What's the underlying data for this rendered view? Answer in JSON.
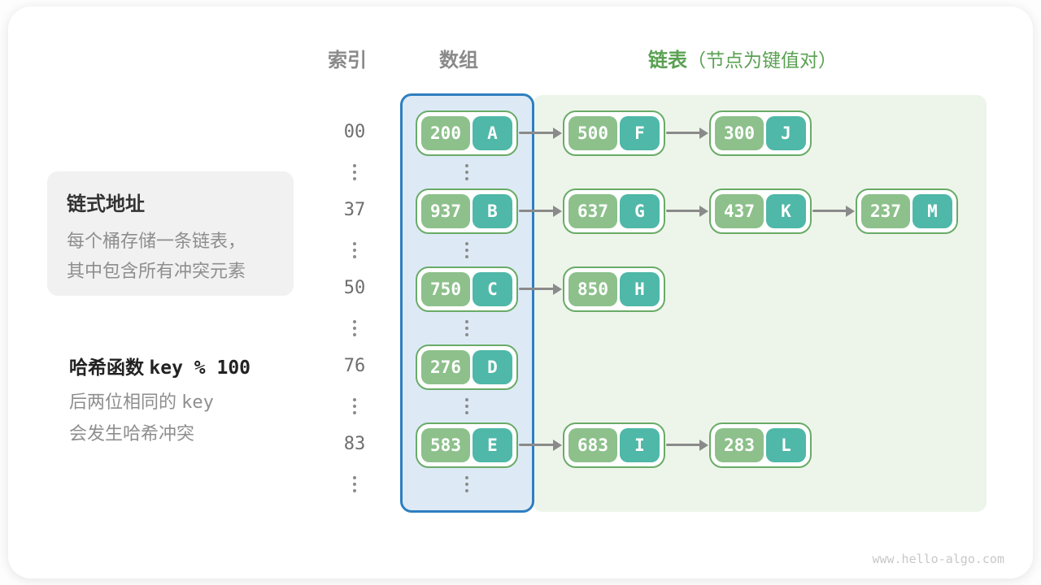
{
  "headers": {
    "index": "索引",
    "array": "数组",
    "list": "链表",
    "list_note": "（节点为键值对）"
  },
  "side_card": {
    "title": "链式地址",
    "line1": "每个桶存储一条链表，",
    "line2": "其中包含所有冲突元素"
  },
  "hash_note": {
    "title_cn": "哈希函数",
    "title_code": "key % 100",
    "line1_prefix": "后两位相同的",
    "line1_code": "key",
    "line2": "会发生哈希冲突"
  },
  "rows": [
    {
      "index": "00",
      "nodes": [
        {
          "key": "200",
          "val": "A"
        },
        {
          "key": "500",
          "val": "F"
        },
        {
          "key": "300",
          "val": "J"
        }
      ]
    },
    {
      "index": "37",
      "nodes": [
        {
          "key": "937",
          "val": "B"
        },
        {
          "key": "637",
          "val": "G"
        },
        {
          "key": "437",
          "val": "K"
        },
        {
          "key": "237",
          "val": "M"
        }
      ]
    },
    {
      "index": "50",
      "nodes": [
        {
          "key": "750",
          "val": "C"
        },
        {
          "key": "850",
          "val": "H"
        }
      ]
    },
    {
      "index": "76",
      "nodes": [
        {
          "key": "276",
          "val": "D"
        }
      ]
    },
    {
      "index": "83",
      "nodes": [
        {
          "key": "583",
          "val": "E"
        },
        {
          "key": "683",
          "val": "I"
        },
        {
          "key": "283",
          "val": "L"
        }
      ]
    }
  ],
  "watermark": "www.hello-algo.com",
  "colors": {
    "key_green": "#8DC08B",
    "value_teal": "#4FB8A8",
    "node_border": "#69AB67",
    "array_border": "#2E7FC0",
    "array_bg": "#DDEAF6",
    "list_bg": "#EDF5EA",
    "arrow_gray": "#8A8A8A",
    "header_gray": "#8A8A8A",
    "header_green": "#5AA152",
    "side_card_bg": "#F1F1F1",
    "text_gray": "#8E8E8E",
    "watermark_gray": "#C8C8C8"
  }
}
